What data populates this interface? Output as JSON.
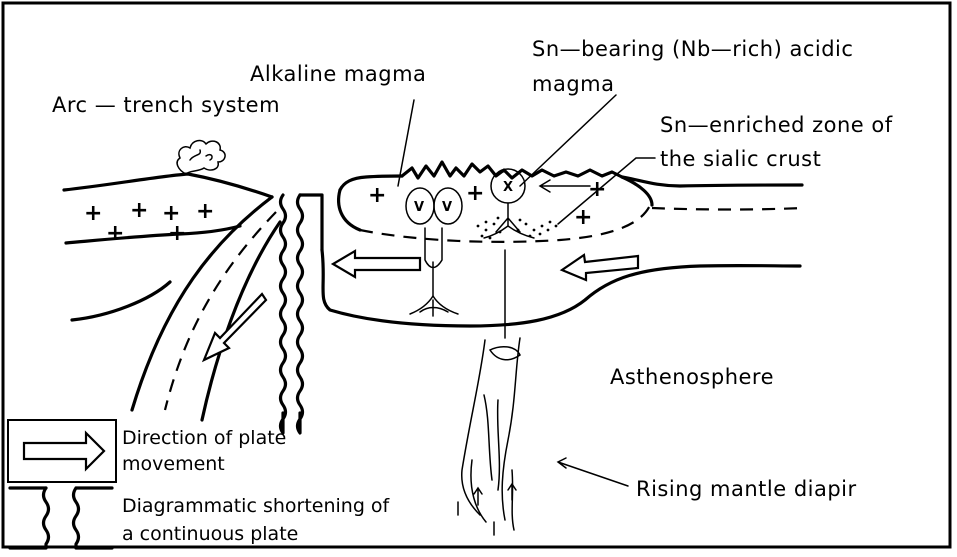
{
  "labels": {
    "arc_trench": "Arc — trench system",
    "alkaline_magma": "Alkaline magma",
    "sn_bearing_line1": "Sn—bearing (Nb—rich) acidic",
    "sn_bearing_line2": "magma",
    "sn_enriched_line1": "Sn—enriched zone of",
    "sn_enriched_line2": "the sialic crust",
    "asthenosphere": "Asthenosphere",
    "rising_diapir": "Rising mantle diapir"
  },
  "legend": {
    "direction_line1": "Direction of plate",
    "direction_line2": "movement",
    "shortening_line1": "Diagrammatic shortening of",
    "shortening_line2": "a continuous plate"
  },
  "symbols": {
    "plus": "+",
    "v": "V",
    "x": "X"
  }
}
